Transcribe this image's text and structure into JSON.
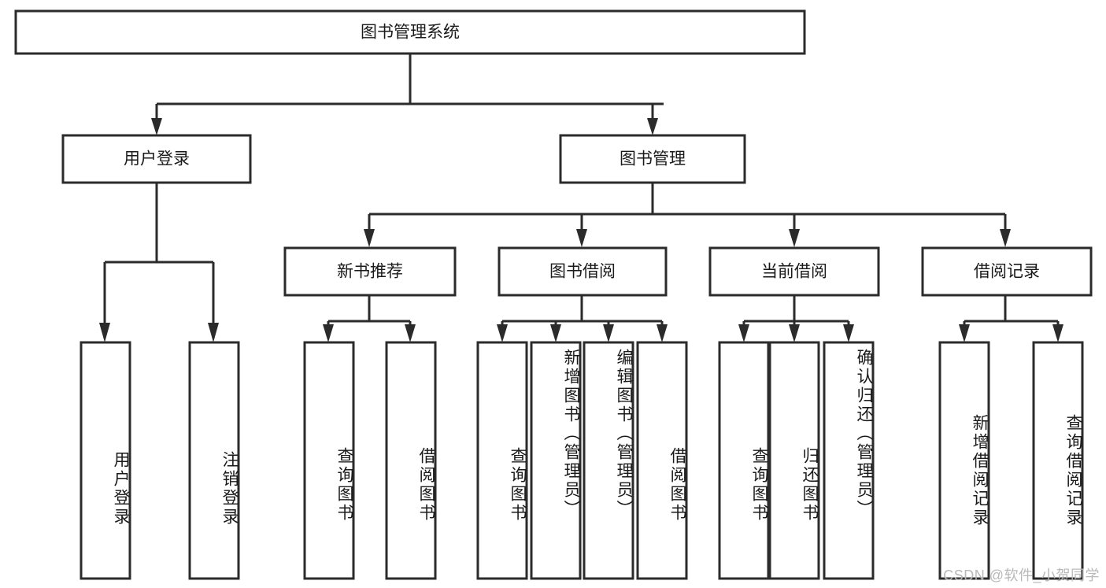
{
  "diagram": {
    "title_node": {
      "label": "图书管理系统"
    },
    "level2": [
      {
        "id": "user-login",
        "label": "用户登录"
      },
      {
        "id": "book-manage",
        "label": "图书管理"
      }
    ],
    "level3": [
      {
        "id": "new-book-recommend",
        "label": "新书推荐"
      },
      {
        "id": "book-borrow",
        "label": "图书借阅"
      },
      {
        "id": "current-borrow",
        "label": "当前借阅"
      },
      {
        "id": "borrow-record",
        "label": "借阅记录"
      }
    ],
    "leaves": [
      {
        "id": "leaf-user-login",
        "label": "用户登录",
        "group": "用户登录"
      },
      {
        "id": "leaf-logout-login",
        "label": "注销登录",
        "group": "用户登录"
      },
      {
        "id": "leaf-query-book-1",
        "label": "查询图书",
        "group": "新书推荐"
      },
      {
        "id": "leaf-borrow-book-1",
        "label": "借阅图书",
        "group": "新书推荐"
      },
      {
        "id": "leaf-query-book-2",
        "label": "查询图书",
        "group": "图书借阅"
      },
      {
        "id": "leaf-add-book",
        "label": "新增图书（管理员）",
        "group": "图书借阅"
      },
      {
        "id": "leaf-edit-book",
        "label": "编辑图书（管理员）",
        "group": "图书借阅"
      },
      {
        "id": "leaf-borrow-book-2",
        "label": "借阅图书",
        "group": "图书借阅"
      },
      {
        "id": "leaf-query-book-3",
        "label": "查询图书",
        "group": "当前借阅"
      },
      {
        "id": "leaf-return-book",
        "label": "归还图书",
        "group": "当前借阅"
      },
      {
        "id": "leaf-confirm-return",
        "label": "确认归还（管理员）",
        "group": "当前借阅"
      },
      {
        "id": "leaf-add-record",
        "label": "新增借阅记录",
        "group": "借阅记录"
      },
      {
        "id": "leaf-query-record",
        "label": "查询借阅记录",
        "group": "借阅记录"
      }
    ],
    "colors": {
      "stroke": "#2b2b2b",
      "fill": "#ffffff",
      "text": "#1a1a1a",
      "watermark": "#b9b9b9"
    }
  },
  "watermark": {
    "text": "CSDN @软件_小贺同学"
  }
}
